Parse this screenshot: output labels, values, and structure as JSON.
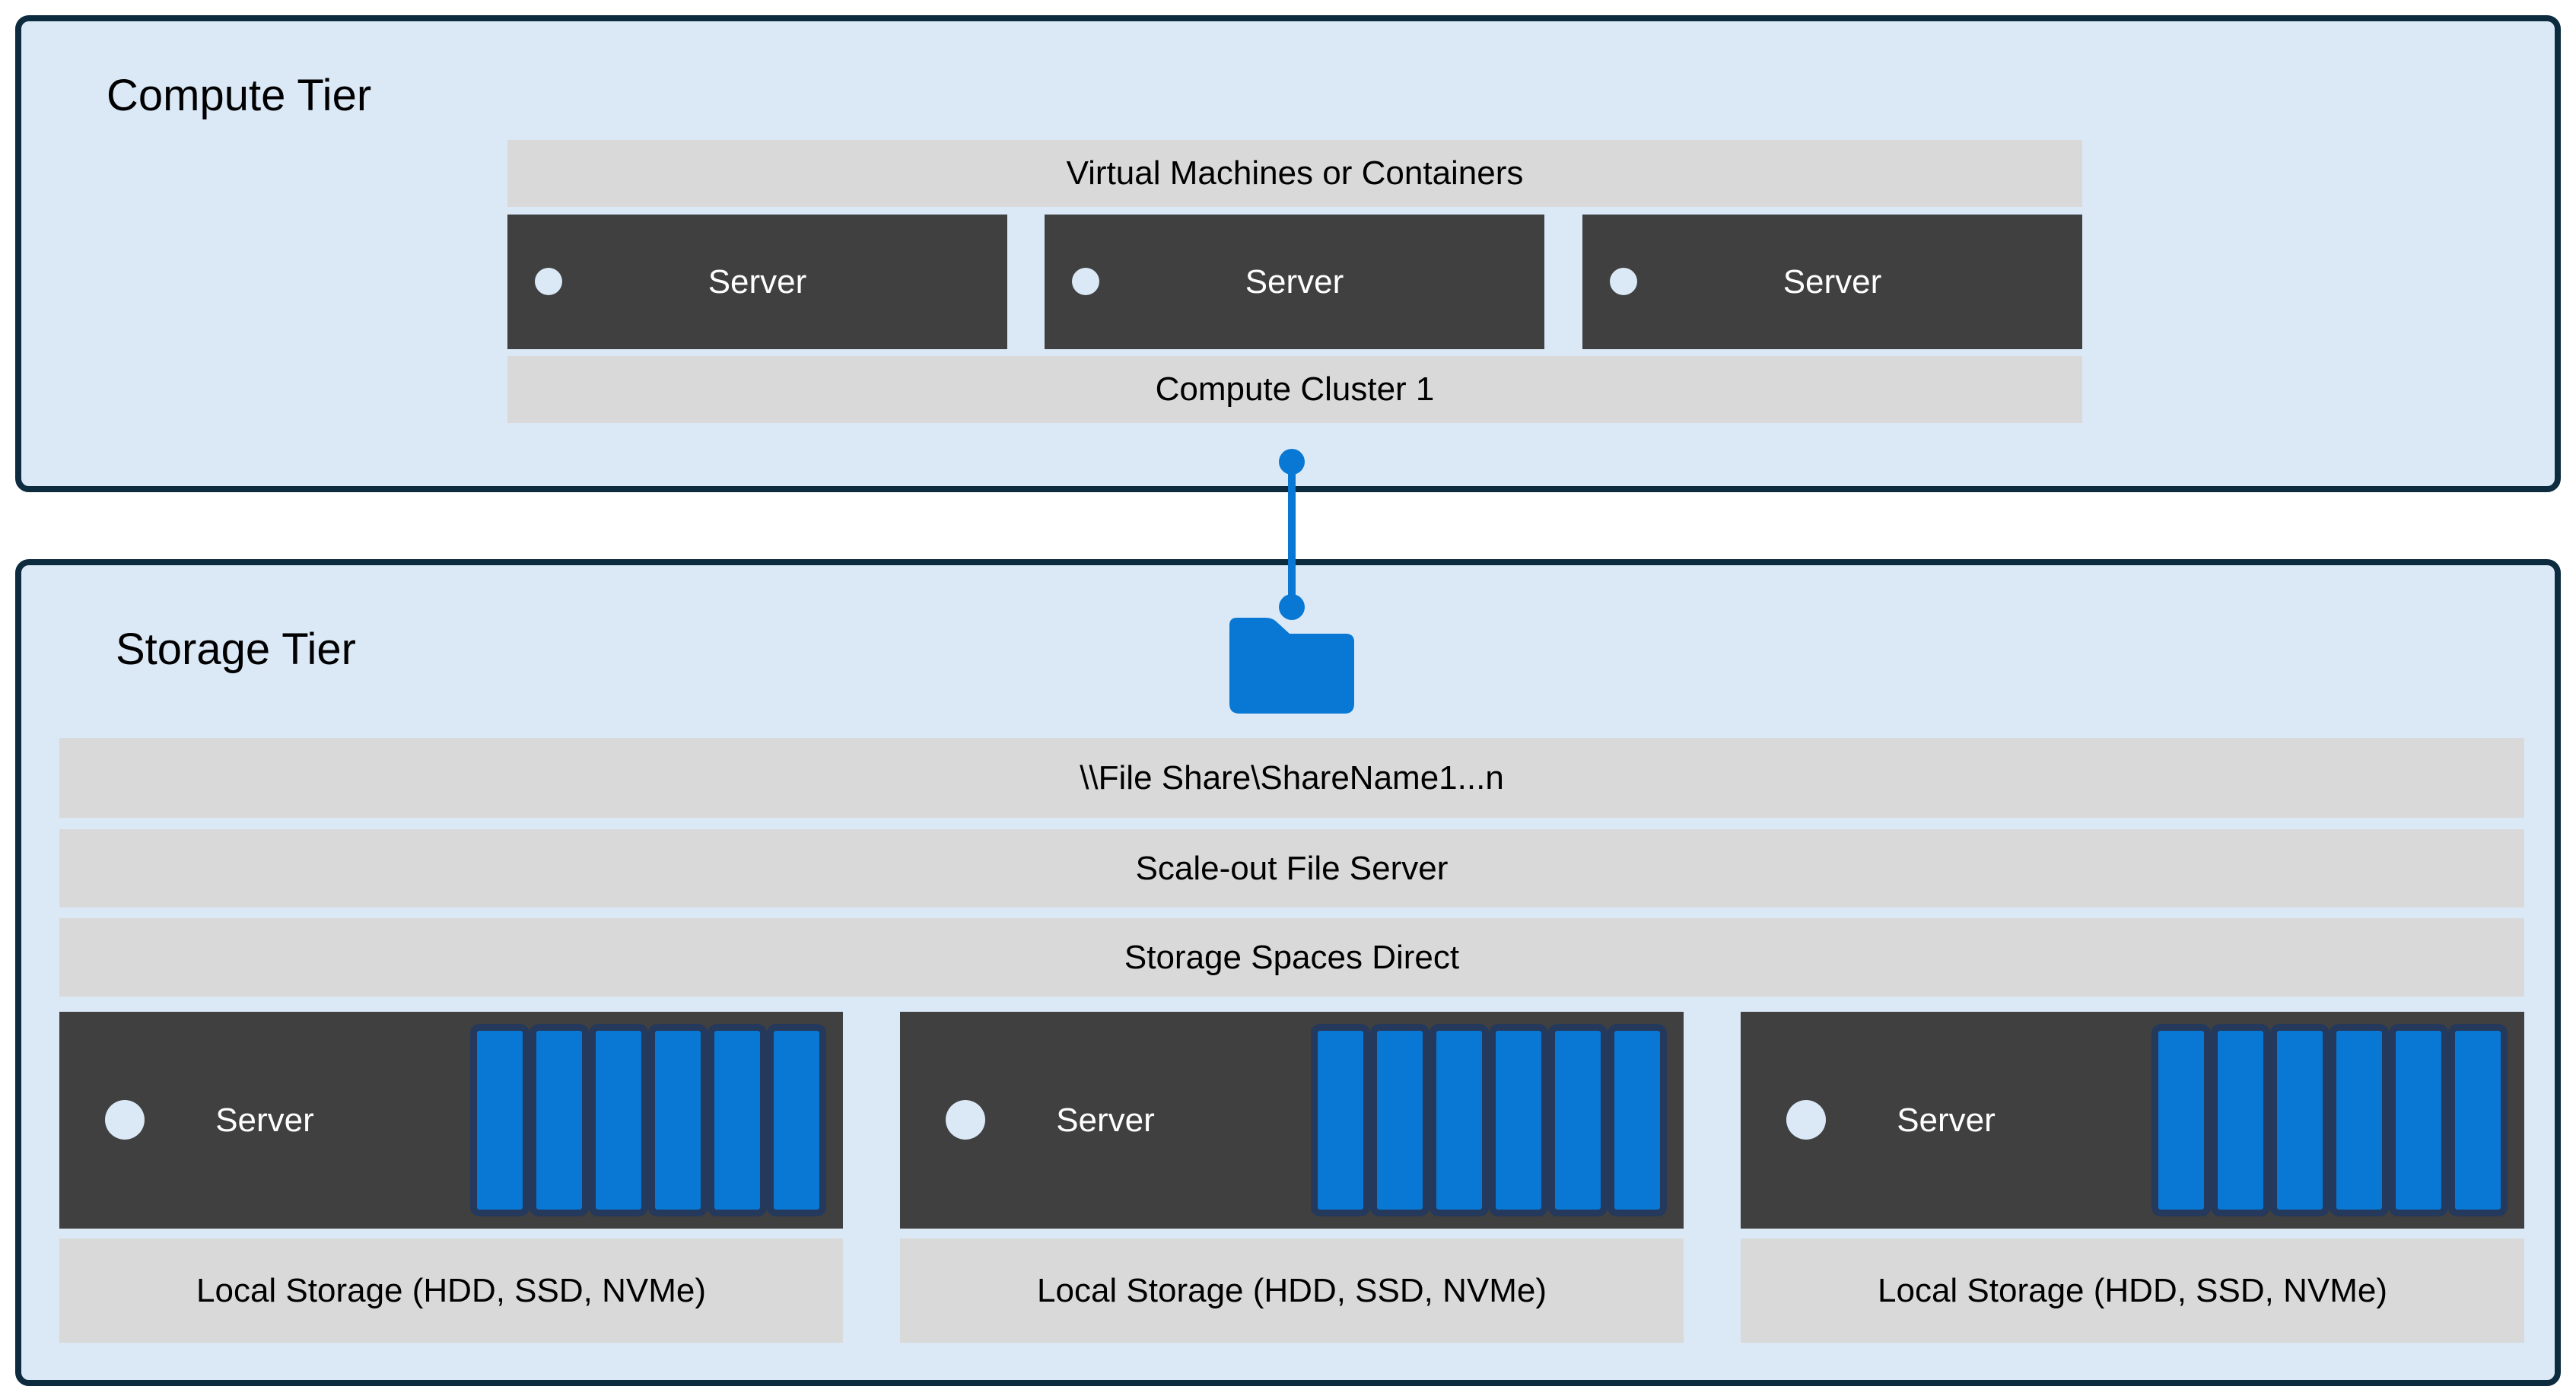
{
  "colors": {
    "accent_blue": "#0878d4",
    "disk_border_navy": "#24395b",
    "tier_background": "#dbe9f7",
    "tier_border": "#0d2b3e",
    "bar_gray": "#d9d9d9",
    "server_dark": "#404040"
  },
  "compute_tier": {
    "title": "Compute Tier",
    "vm_bar_label": "Virtual Machines or Containers",
    "cluster_bar_label": "Compute Cluster 1",
    "servers": [
      {
        "label": "Server"
      },
      {
        "label": "Server"
      },
      {
        "label": "Server"
      }
    ]
  },
  "connector": {
    "folder_icon": "folder-icon",
    "style": "vertical line with endpoint dots"
  },
  "storage_tier": {
    "title": "Storage Tier",
    "file_share_bar_label": "\\\\File Share\\ShareName1...n",
    "scale_out_bar_label": "Scale-out File Server",
    "s2d_bar_label": "Storage Spaces Direct",
    "disks_per_server": 6,
    "servers": [
      {
        "label": "Server",
        "local_storage_label": "Local Storage (HDD, SSD, NVMe)"
      },
      {
        "label": "Server",
        "local_storage_label": "Local Storage (HDD, SSD, NVMe)"
      },
      {
        "label": "Server",
        "local_storage_label": "Local Storage (HDD, SSD, NVMe)"
      }
    ]
  }
}
